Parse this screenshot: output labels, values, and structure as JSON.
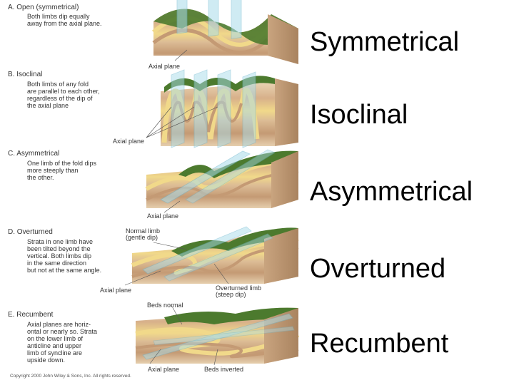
{
  "panels": [
    {
      "letter_title": "A.  Open (symmetrical)",
      "description": "Both limbs dip equally\naway from the axial plane.",
      "callouts": [
        "Axial plane"
      ],
      "label": "Symmetrical"
    },
    {
      "letter_title": "B.  Isoclinal",
      "description": "Both limbs of any fold\nare parallel to each other,\nregardless of the dip of\nthe axial plane",
      "callouts": [
        "Axial plane"
      ],
      "label": "Isoclinal"
    },
    {
      "letter_title": "C.  Asymmetrical",
      "description": "One limb of the fold dips\nmore steeply than\nthe other.",
      "callouts": [
        "Axial plane"
      ],
      "label": "Asymmetrical"
    },
    {
      "letter_title": "D.  Overturned",
      "description": "Strata in one limb have\nbeen tilted beyond the\nvertical. Both limbs dip\nin the same direction\nbut not at the same angle.",
      "callouts": [
        "Normal limb\n(gentle dip)",
        "Axial plane",
        "Overturned limb\n(steep dip)"
      ],
      "label": "Overturned"
    },
    {
      "letter_title": "E.  Recumbent",
      "description": "Axial planes are horiz-\nontal or nearly so. Strata\non the lower limb of\nanticline and upper\nlimb of syncline are\nupside down.",
      "callouts": [
        "Beds normal",
        "Axial plane",
        "Beds inverted"
      ],
      "label": "Recumbent"
    }
  ],
  "copyright": "Copyright 2000 John Wiley & Sons, Inc.  All rights reserved.",
  "colors": {
    "grass": "#4c7a2e",
    "rock_light": "#e8d2b0",
    "rock_tan": "#d9b48a",
    "rock_yellow": "#f1d98a",
    "rock_dark": "#b98f6a",
    "glass": "#a9dcea"
  }
}
